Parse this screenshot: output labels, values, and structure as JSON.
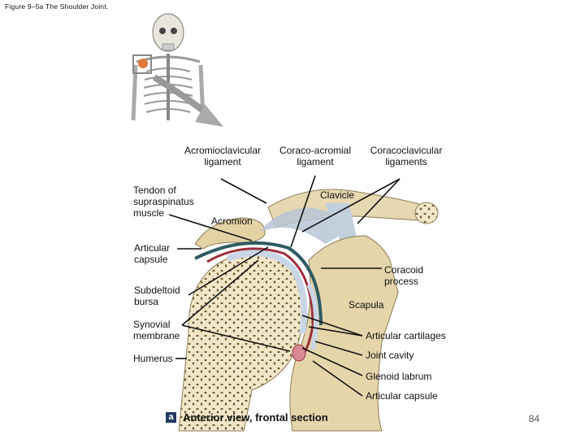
{
  "figure_title": "Figure 9–5a The Shoulder Joint.",
  "labels": {
    "acromioclavicular": "Acromioclavicular\nligament",
    "coraco_acromial": "Coraco-acromial\nligament",
    "coracoclavicular": "Coracoclavicular\nligaments",
    "supraspinatus": "Tendon of\nsupraspinatus\nmuscle",
    "clavicle": "Clavicle",
    "acromion": "Acromion",
    "articular_capsule_left": "Articular\ncapsule",
    "coracoid": "Coracoid\nprocess",
    "subdeltoid": "Subdeltoid\nbursa",
    "scapula": "Scapula",
    "synovial": "Synovial\nmembrane",
    "articular_cartilages": "Articular cartilages",
    "humerus": "Humerus",
    "joint_cavity": "Joint cavity",
    "glenoid_labrum": "Glenoid labrum",
    "articular_capsule_right": "Articular capsule"
  },
  "caption": {
    "letter": "a",
    "text": "Anterior view, frontal section"
  },
  "page_number": "84",
  "colors": {
    "bone": "#e9dcb6",
    "marrow": "#f3ebcf",
    "capsule": "#2e5b63",
    "synovial": "#9c2f3c",
    "cartilage": "#c9d6e6",
    "ligament": "#b7c6d6",
    "inset_highlight": "#e07a3c",
    "caption_bg": "#1f3a60"
  }
}
